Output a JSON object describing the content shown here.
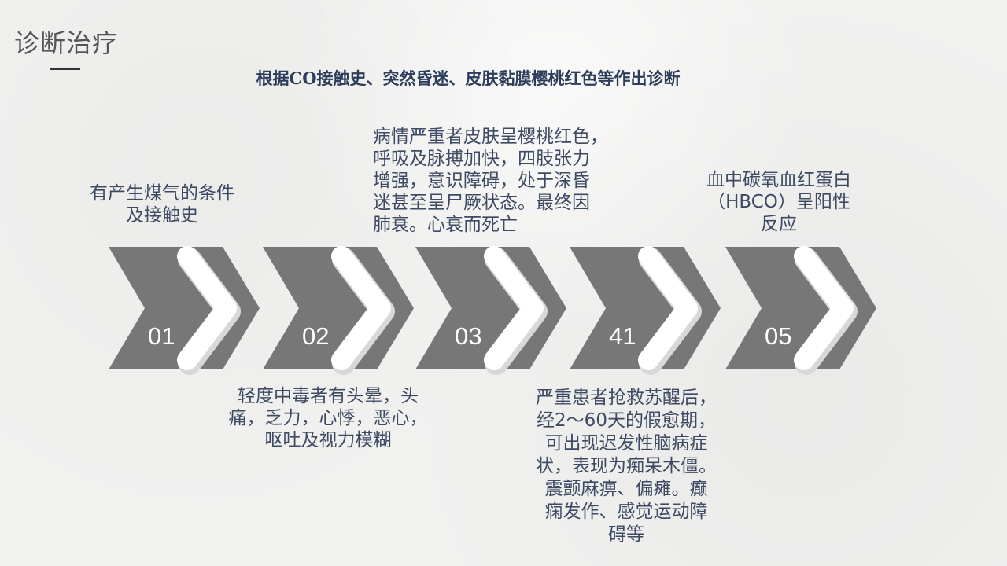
{
  "slide": {
    "title": "诊断治疗",
    "subtitle": "根据CO接触史、突然昏迷、皮肤黏膜樱桃红色等作出诊断"
  },
  "colors": {
    "chevron": "#777777",
    "hook": "#ffffff",
    "text": "#3e4a63",
    "subtitle": "#2d3e5c"
  },
  "steps": [
    {
      "number": "01",
      "description": "有产生煤气的条件\n及接触史"
    },
    {
      "number": "02",
      "description": "轻度中毒者有头晕，头\n痛，乏力，心悸，恶心，\n呕吐及视力模糊"
    },
    {
      "number": "03",
      "description": "病情严重者皮肤呈樱桃红色，\n呼吸及脉搏加快，四肢张力\n增强，意识障碍，处于深昏\n迷甚至呈尸厥状态。最终因\n肺衰。心衰而死亡"
    },
    {
      "number": "41",
      "description": "严重患者抢救苏醒后，\n经2～60天的假愈期，\n可出现迟发性脑病症\n状，表现为痴呆木僵。\n震颤麻痹、偏瘫。癫\n痫发作、感觉运动障\n碍等"
    },
    {
      "number": "05",
      "description": "血中碳氧血红蛋白\n（HBCO）呈阳性\n反应"
    }
  ]
}
